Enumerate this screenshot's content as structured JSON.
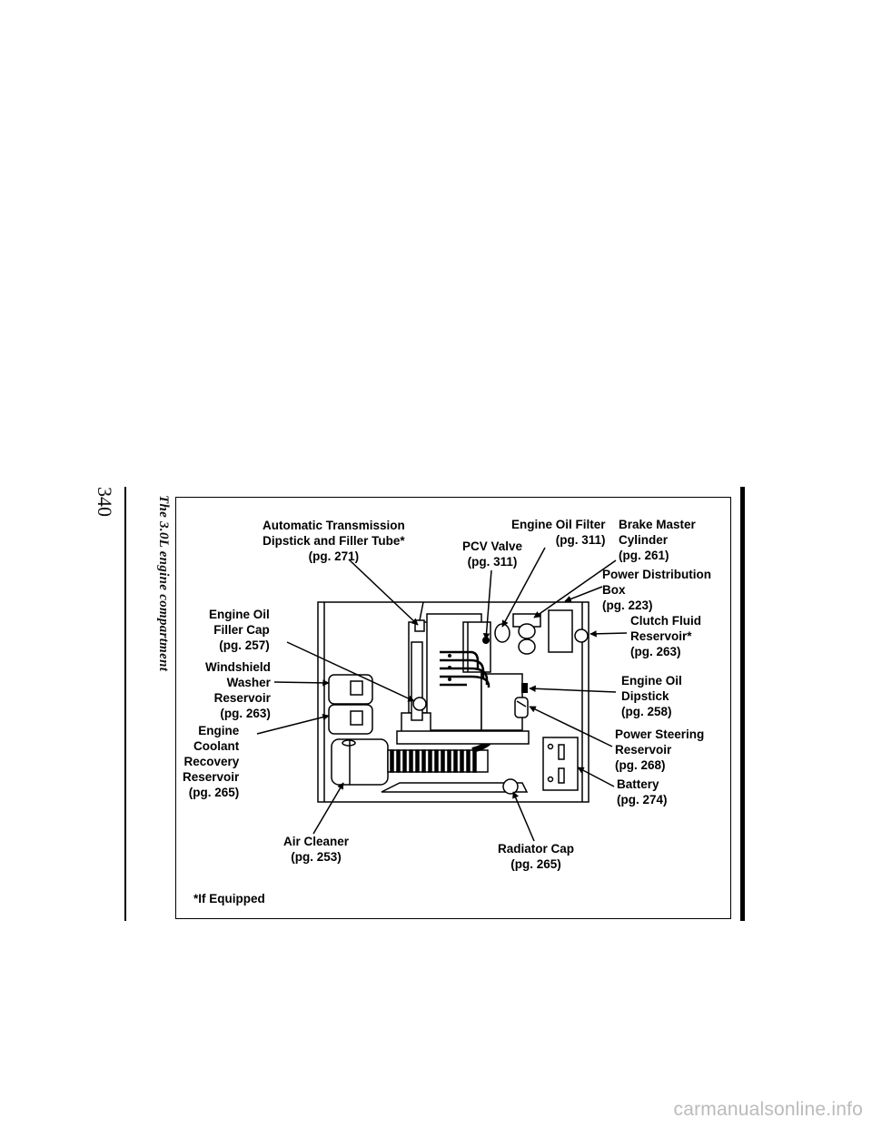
{
  "page": {
    "number": "340",
    "caption": "The 3.0L engine compartment"
  },
  "diagram": {
    "labels": {
      "trans": [
        "Automatic Transmission",
        "Dipstick and Filler Tube*",
        "(pg. 271)"
      ],
      "pcv": [
        "PCV Valve",
        "(pg. 311)"
      ],
      "oil_filter": [
        "Engine Oil Filter",
        "(pg. 311)"
      ],
      "brake": [
        "Brake Master",
        "Cylinder",
        "(pg. 261)"
      ],
      "power_dist": [
        "Power Distribution",
        "Box",
        "(pg. 223)"
      ],
      "clutch": [
        "Clutch Fluid",
        "Reservoir*",
        "(pg. 263)"
      ],
      "oil_cap": [
        "Engine Oil",
        "Filler Cap",
        "(pg. 257)"
      ],
      "washer": [
        "Windshield",
        "Washer",
        "Reservoir",
        "(pg. 263)"
      ],
      "coolant": [
        "Engine",
        "Coolant",
        "Recovery",
        "Reservoir",
        "(pg. 265)"
      ],
      "dipstick": [
        "Engine Oil",
        "Dipstick",
        "(pg. 258)"
      ],
      "steering": [
        "Power Steering",
        "Reservoir",
        "(pg. 268)"
      ],
      "battery": [
        "Battery",
        "(pg. 274)"
      ],
      "air": [
        "Air Cleaner",
        "(pg. 253)"
      ],
      "radiator": [
        "Radiator Cap",
        "(pg. 265)"
      ]
    },
    "footnote": "*If Equipped"
  },
  "watermark": "carmanualsonline.info"
}
